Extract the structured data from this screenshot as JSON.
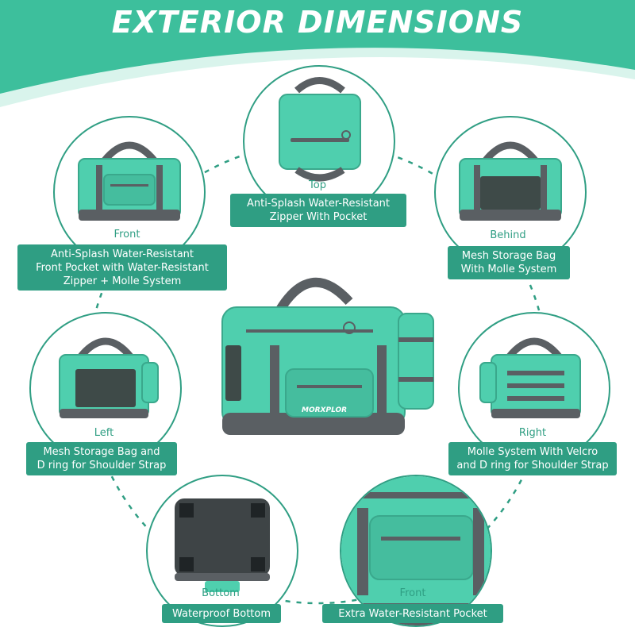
{
  "title": "EXTERIOR DIMENSIONS",
  "brand": "MORXPLOR",
  "colors": {
    "accent": "#2f9e83",
    "bag": "#4fcfae",
    "trim": "#5a5f63",
    "banner_light": "#d9f4ec"
  },
  "views": {
    "top": {
      "label": "Top",
      "caption": [
        "Anti-Splash Water-Resistant",
        "Zipper With Pocket"
      ]
    },
    "front": {
      "label": "Front",
      "caption": [
        "Anti-Splash Water-Resistant",
        "Front Pocket with Water-Resistant",
        "Zipper + Molle System"
      ]
    },
    "behind": {
      "label": "Behind",
      "caption": [
        "Mesh Storage Bag",
        "With Molle System"
      ]
    },
    "left": {
      "label": "Left",
      "caption": [
        "Mesh Storage Bag and",
        "D ring for Shoulder Strap"
      ]
    },
    "right": {
      "label": "Right",
      "caption": [
        "Molle System With Velcro",
        "and D ring for Shoulder Strap"
      ]
    },
    "bottom": {
      "label": "Bottom",
      "caption": [
        "Waterproof Bottom"
      ]
    },
    "front_pocket": {
      "label": "Front",
      "caption": [
        "Extra Water-Resistant Pocket"
      ]
    }
  }
}
